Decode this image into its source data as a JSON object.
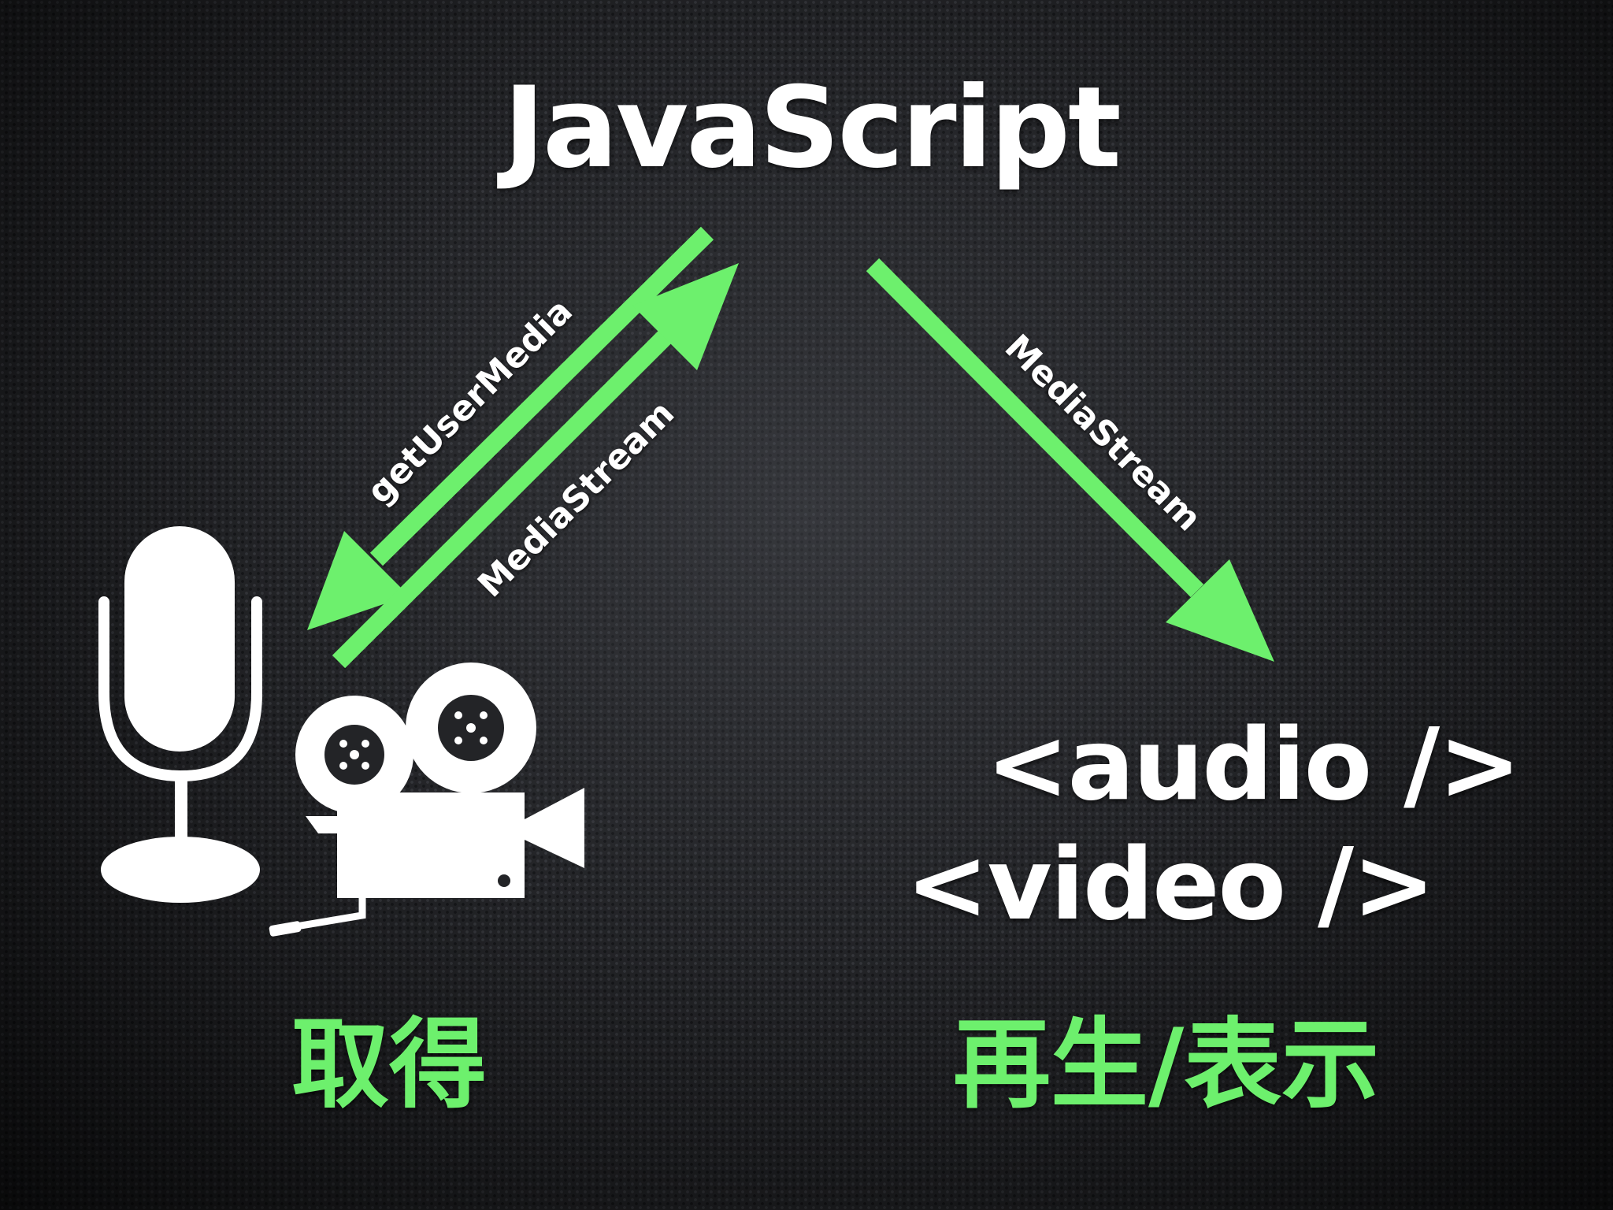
{
  "title": "JavaScript",
  "arrows": {
    "get_user_media": "getUserMedia",
    "media_stream_up": "MediaStream",
    "media_stream_right": "MediaStream"
  },
  "outputs": {
    "audio": "<audio />",
    "video": "<video />"
  },
  "captions": {
    "acquire": "取得",
    "playback": "再生/表示"
  },
  "colors": {
    "arrow": "#6df06d",
    "text": "#ffffff",
    "background": "#232427"
  },
  "icons": {
    "microphone": "microphone-icon",
    "camera": "movie-camera-icon"
  }
}
